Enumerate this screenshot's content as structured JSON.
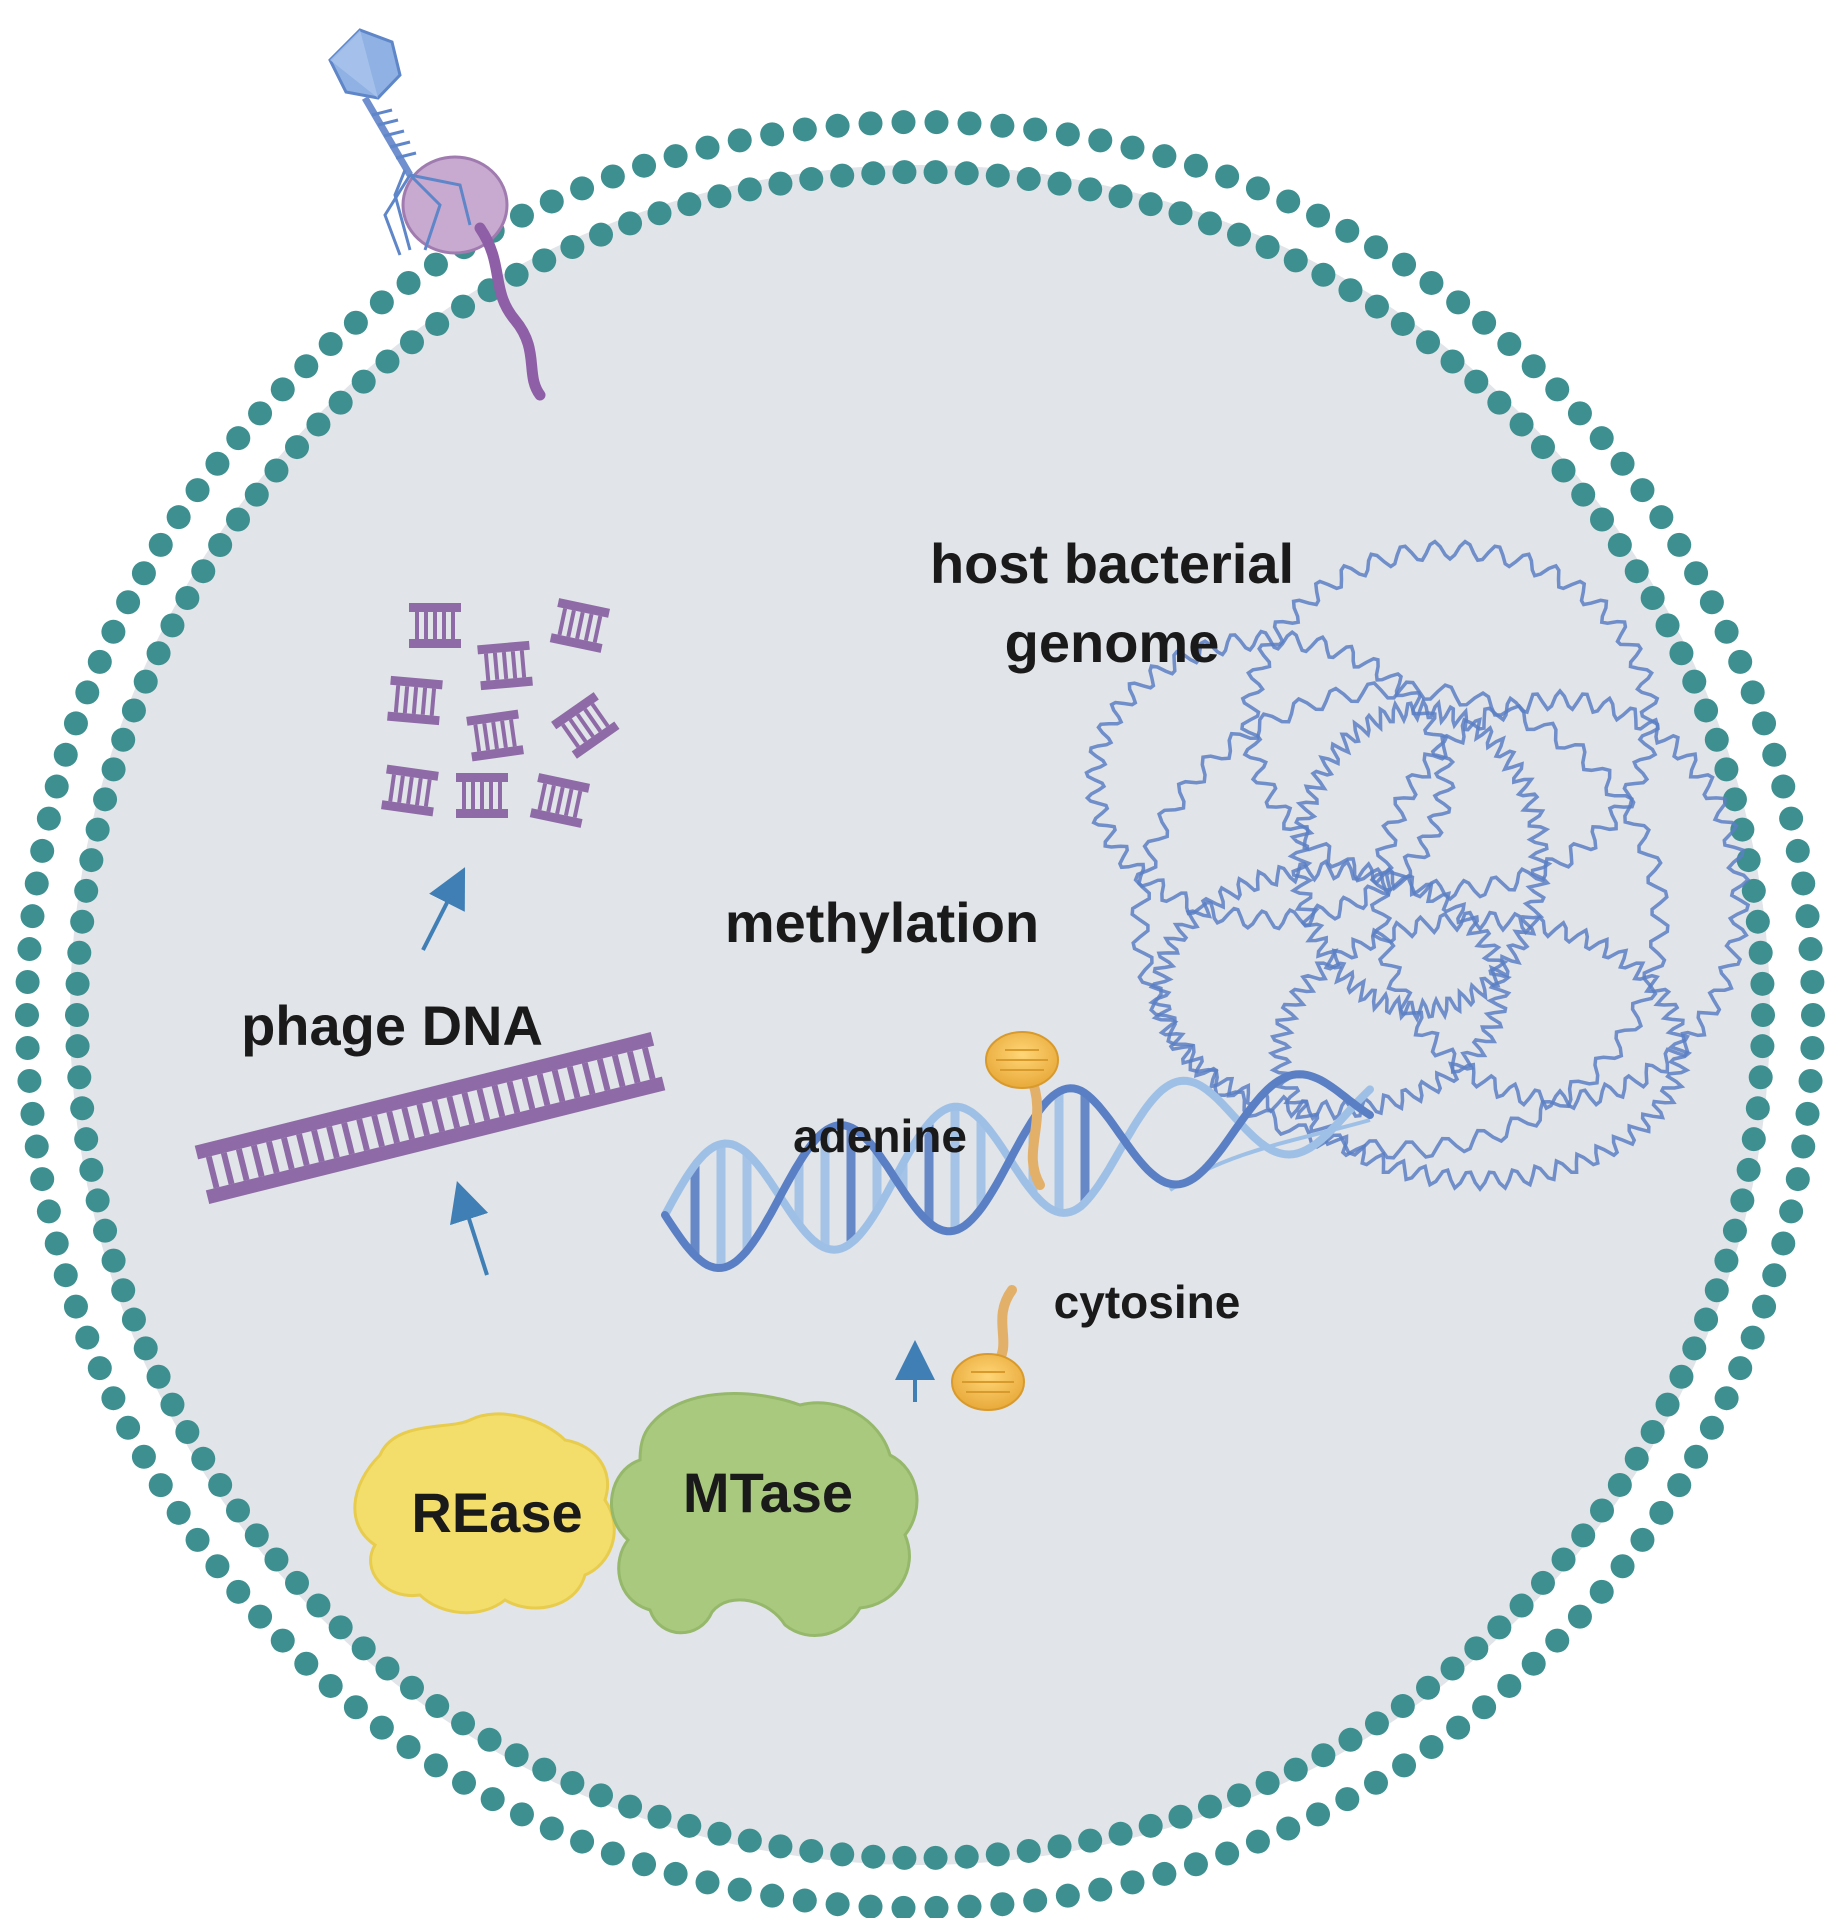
{
  "labels": {
    "host_genome_line1": "host bacterial",
    "host_genome_line2": "genome",
    "methylation": "methylation",
    "phage_dna": "phage DNA",
    "adenine": "adenine",
    "cytosine": "cytosine",
    "rease": "REase",
    "mtase": "MTase"
  },
  "colors": {
    "membrane": "#3e8f8f",
    "cytoplasm": "#e1e4e8",
    "phage_dna": "#8e6aa6",
    "host_dna": "#5a7fc4",
    "helix_light": "#9fc0e6",
    "rease": "#f3de6b",
    "mtase": "#a9c97f",
    "methyl_group": "#f2bf57",
    "arrow": "#3f7fb6"
  },
  "icons": [
    "bacteriophage-icon",
    "dna-fragment-icon",
    "dna-double-helix-icon",
    "enzyme-blob-icon",
    "arrow-icon"
  ]
}
